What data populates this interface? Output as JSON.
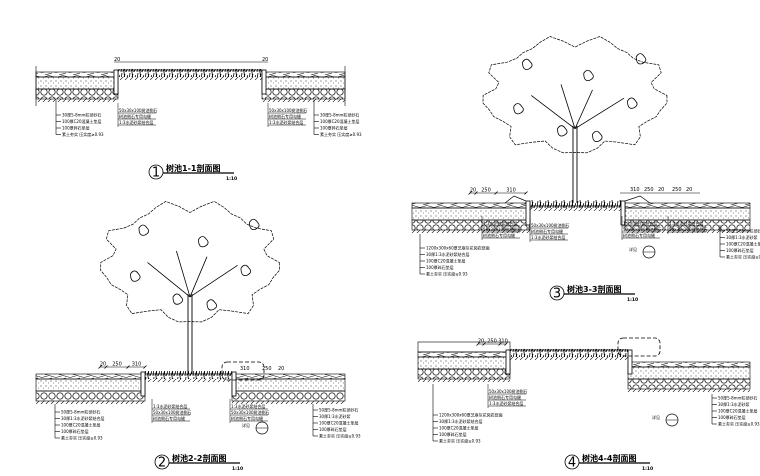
{
  "sections": [
    {
      "num": "1",
      "title": "树池1-1剖面图",
      "scale": "1:10",
      "dims": [
        "20",
        "20"
      ],
      "labels_left": [
        "30厚5-8mm粒径砂石",
        "100厚C20混凝土垫层",
        "100厚碎石垫层",
        "素土夯实 压实度≥0.93"
      ],
      "labels_mid_left": [
        "50x30x100树池侧石",
        "树池侧石专用勾缝",
        "1:3水泥砂浆结合层"
      ],
      "labels_mid_right": [
        "50x30x100树池侧石",
        "树池侧石专用勾缝",
        "1:3水泥砂浆结合层"
      ],
      "labels_right": [
        "30厚5-8mm粒径砂石",
        "100厚C20混凝土垫层",
        "100厚碎石垫层",
        "素土夯实 压实度≥0.93"
      ]
    },
    {
      "num": "2",
      "title": "树池2-2剖面图",
      "scale": "1:10",
      "dims": [
        "20",
        "250",
        "310",
        "310",
        "250",
        "20"
      ],
      "labels_left": [
        "50厚5-8mm粒径砂石",
        "30厚1:3水泥砂浆结合层",
        "100厚C20混凝土垫层",
        "100厚碎石垫层",
        "素土夯实 压实度≥0.93"
      ],
      "labels_mid_left": [
        "1:3水泥砂浆结合层",
        "50x30x100树池侧石",
        "树池侧石专用勾缝"
      ],
      "labels_mid_right": [
        "1:3水泥砂浆结合层",
        "50x30x100树池侧石",
        "树池侧石专用勾缝"
      ],
      "labels_right": [
        "50厚5-8mm粒径砂石",
        "30厚1:3水泥砂浆",
        "100厚C20混凝土垫层",
        "100厚碎石垫层",
        "素土夯实 压实度≥0.93"
      ],
      "detail": "详见"
    },
    {
      "num": "3",
      "title": "树池3-3剖面图",
      "scale": "1:10",
      "dims": [
        "20",
        "250",
        "310",
        "310",
        "250",
        "20",
        "250",
        "20"
      ],
      "labels_left": [
        "1200x300x60厚芝麻灰花岗岩烧面",
        "30厚1:3水泥砂浆结合层",
        "100厚C20混凝土垫层",
        "100厚碎石垫层",
        "素土夯实 压实度≥0.93"
      ],
      "labels_mid_left": [
        "1:3水泥砂浆结合层",
        "50x30x100树池侧石",
        "树池侧石专用勾缝"
      ],
      "labels_mid2": [
        "50x30x100树池侧石",
        "树池侧石专用勾缝",
        "1:3水泥砂浆结合层"
      ],
      "labels_mid_right": [
        "1:3水泥砂浆结合层",
        "50x30x100树池侧石",
        "树池侧石专用勾缝"
      ],
      "labels_mid_right2": [
        "1:3水泥砂浆结合层",
        "50x30x100树池侧石"
      ],
      "labels_right": [
        "50厚5-8mm粒径砂石",
        "30厚1:3水泥砂浆",
        "100厚C20混凝土垫层",
        "100厚碎石垫层",
        "素土夯实 压实度≥0.93"
      ],
      "detail": "详见"
    },
    {
      "num": "4",
      "title": "树池4-4剖面图",
      "scale": "1:10",
      "dims": [
        "20",
        "250",
        "310",
        "20"
      ],
      "labels_left": [
        "1200x300x60厚芝麻灰花岗岩烧面",
        "30厚1:3水泥砂浆结合层",
        "100厚C20混凝土垫层",
        "100厚碎石垫层",
        "素土夯实 压实度≥0.93"
      ],
      "labels_mid_left": [
        "50x30x100树池侧石",
        "树池侧石专用勾缝",
        "1:3水泥砂浆结合层"
      ],
      "labels_right": [
        "50厚5-8mm粒径砂石",
        "30厚1:3水泥砂浆",
        "100厚C20混凝土垫层",
        "100厚碎石垫层",
        "素土夯实 压实度≥0.93"
      ],
      "detail": "详见"
    }
  ]
}
